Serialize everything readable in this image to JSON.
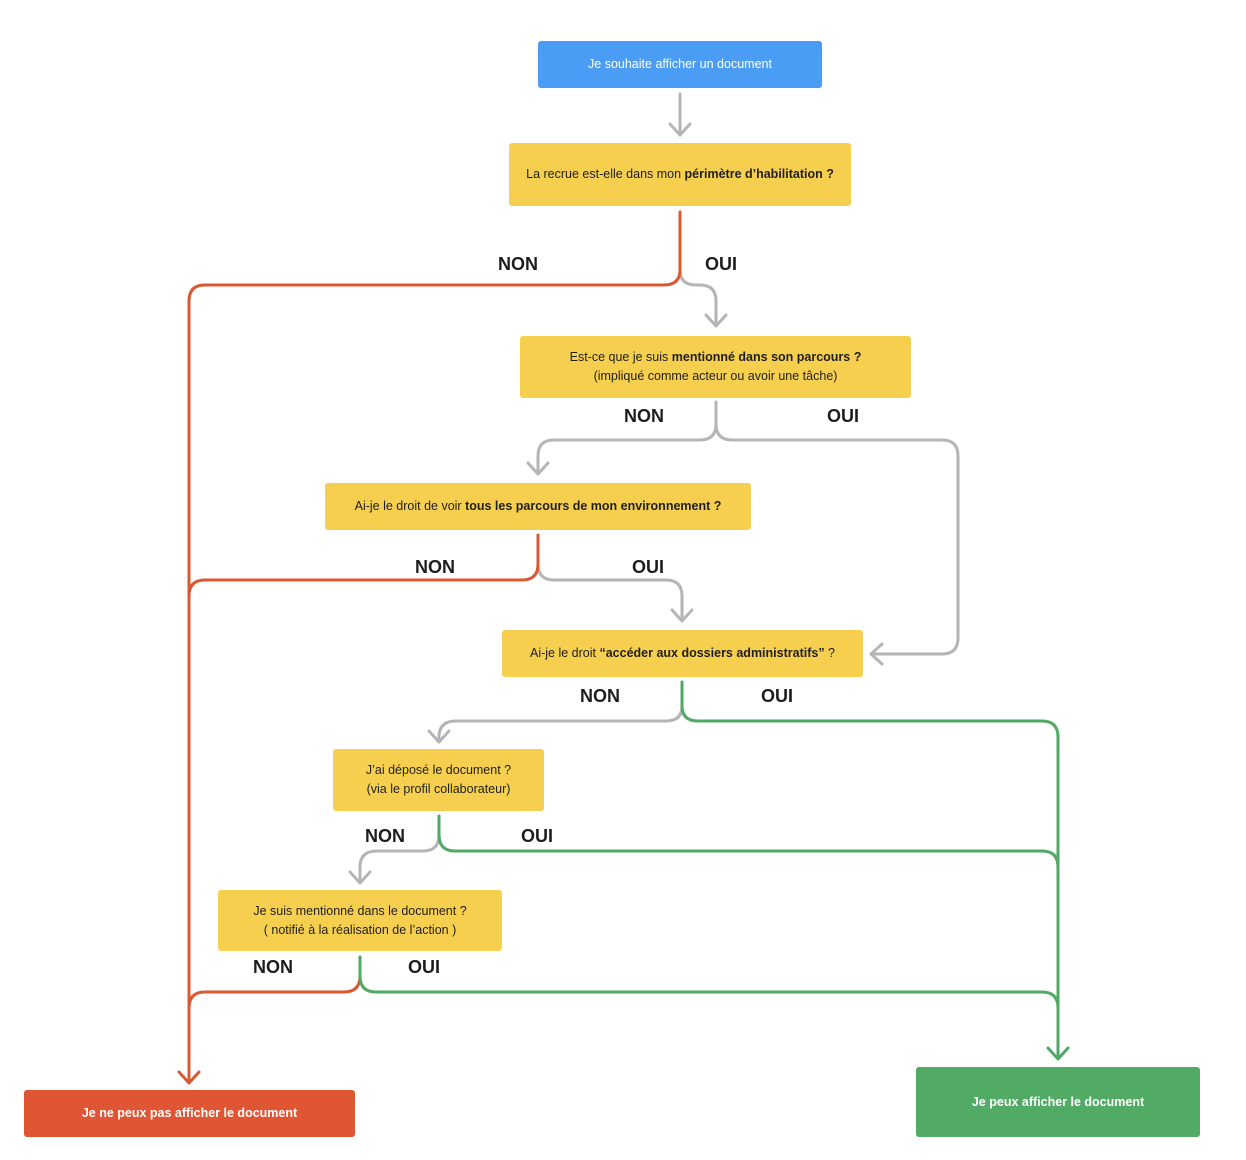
{
  "colors": {
    "start": "#4a9cf4",
    "question": "#f7cf4f",
    "deny": "#e05533",
    "allow": "#52ab65",
    "edge_neutral": "#b5b5b5",
    "edge_no": "#d75a33",
    "edge_yes": "#52a865"
  },
  "nodes": {
    "start": {
      "text": "Je souhaite afficher un document"
    },
    "q1": {
      "before": "La recrue est-elle dans mon ",
      "bold": "périmètre d’habilitation ?"
    },
    "q2": {
      "before": "Est-ce que je suis ",
      "bold": "mentionné dans son parcours ?",
      "line2": "(impliqué comme acteur ou avoir une tâche)"
    },
    "q3": {
      "before": "Ai-je le droit de voir ",
      "bold": "tous les parcours de mon environnement ?"
    },
    "q4": {
      "before": "Ai-je le droit ",
      "bold": "“accéder aux dossiers administratifs”",
      "after": " ?"
    },
    "q5": {
      "line1": "J’ai déposé le document ?",
      "line2": "(via le profil collaborateur)"
    },
    "q6": {
      "line1": "Je suis mentionné dans le document ?",
      "line2": "( notifié à la réalisation de l’action )"
    },
    "deny": {
      "text": "Je ne peux pas afficher le document"
    },
    "allow": {
      "text": "Je peux afficher le document"
    }
  },
  "labels": {
    "no": "NON",
    "yes": "OUI"
  }
}
